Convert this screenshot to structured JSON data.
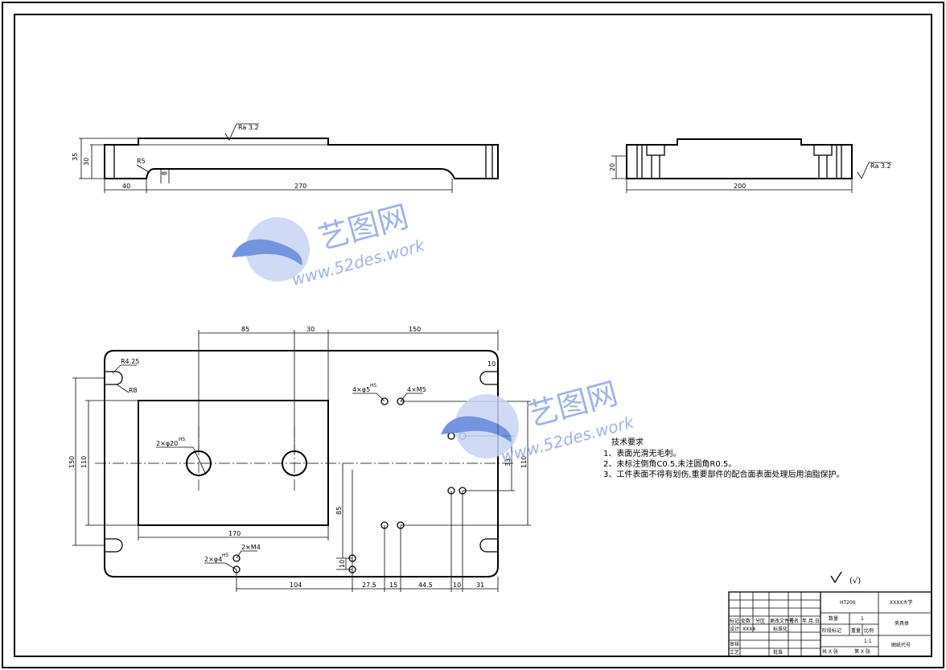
{
  "drawing": {
    "front_view": {
      "dims": {
        "height_total": "35",
        "height_body": "30",
        "left": "40",
        "length": "270",
        "radius": "R5",
        "step": "8"
      },
      "roughness": "Ra 3.2"
    },
    "side_view": {
      "dims": {
        "height": "20",
        "width": "200"
      },
      "roughness": "Ra 3.2"
    },
    "plan_view": {
      "top_dims": [
        "85",
        "30",
        "150"
      ],
      "left_dims": [
        "150",
        "110"
      ],
      "right_dims": [
        "10",
        "110",
        "33"
      ],
      "bottom_dims": [
        "104",
        "27.5",
        "15",
        "44.5",
        "10",
        "31",
        "10"
      ],
      "labels": {
        "r_small": "R4.25",
        "r_large": "R8",
        "bore": "2×φ20",
        "bore_sup": "H5",
        "hole_group_a": "4×φ5",
        "hole_group_a_sup": "H5",
        "thread_group_a": "4×M5",
        "thread_group_b": "2×M4",
        "hole_group_b": "2×φ4",
        "hole_group_b_sup": "H5",
        "pocket_width": "170",
        "vertical_85": "85"
      }
    },
    "tech_requirements": {
      "title": "技术要求",
      "items": [
        "1、表面光滑无毛刺。",
        "2、未标注倒角C0.5,未注圆角R0.5。",
        "3、工件表面不得有划伤,重要部件的配合面表面处理后用油脂保护。"
      ]
    },
    "surface_symbol": "(√)",
    "watermark": {
      "cn": "艺图网",
      "url": "www.52des.work"
    },
    "title_block": {
      "material": "HT200",
      "school": "XXXX大学",
      "part_name": "夹具体",
      "drawing_no_label": "图纸代号",
      "qty_label": "数量",
      "qty": "1",
      "stage_label": "阶段标记",
      "weight_label": "重量",
      "scale_label": "比例",
      "scale": "1:1",
      "sheets_total": "共 X 张",
      "sheet_no": "第 X 张",
      "row_labels": [
        "标记",
        "处数",
        "分区",
        "更改文件号",
        "签名",
        "年.月.日"
      ],
      "design_label": "设计",
      "design_name": "XXXX",
      "std_label": "标准化",
      "review_label": "审核",
      "process_label": "工艺",
      "approve_label": "批准"
    }
  }
}
